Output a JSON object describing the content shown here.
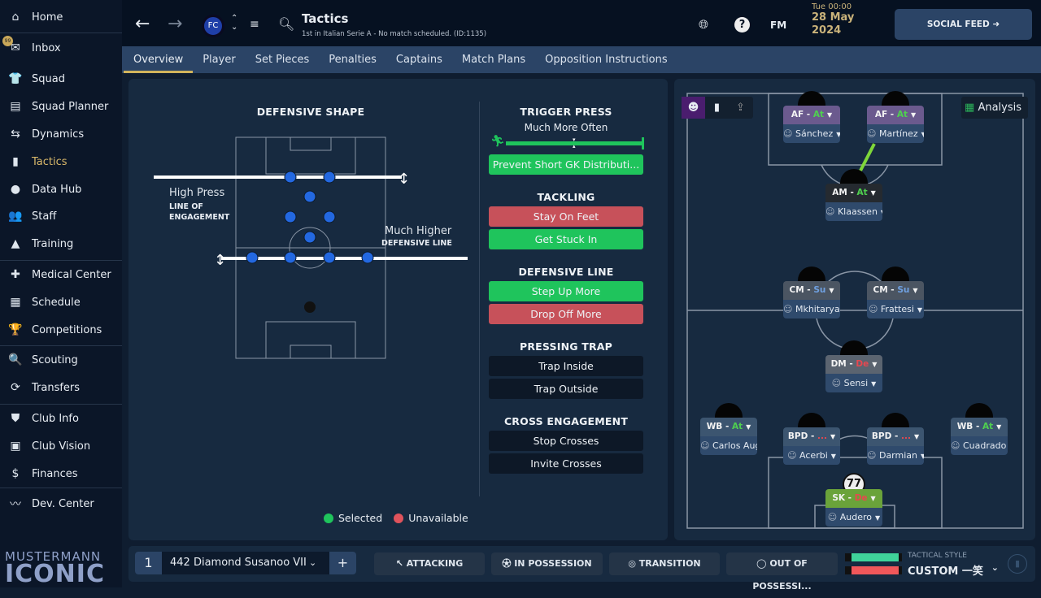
{
  "sidebar": {
    "items": [
      {
        "label": "Home",
        "icon": "home-icon",
        "glyph": "⌂"
      },
      {
        "label": "Inbox",
        "icon": "inbox-icon",
        "glyph": "✉"
      },
      {
        "label": "Squad",
        "icon": "shirt-icon",
        "glyph": "👕"
      },
      {
        "label": "Squad Planner",
        "icon": "clipboard-icon",
        "glyph": "▤"
      },
      {
        "label": "Dynamics",
        "icon": "dynamics-icon",
        "glyph": "⇆"
      },
      {
        "label": "Tactics",
        "icon": "tactics-board-icon",
        "glyph": "▮"
      },
      {
        "label": "Data Hub",
        "icon": "data-hub-icon",
        "glyph": "●"
      },
      {
        "label": "Staff",
        "icon": "staff-icon",
        "glyph": "👥"
      },
      {
        "label": "Training",
        "icon": "training-cone-icon",
        "glyph": "▲"
      },
      {
        "label": "Medical Center",
        "icon": "medical-icon",
        "glyph": "✚"
      },
      {
        "label": "Schedule",
        "icon": "calendar-icon",
        "glyph": "▦"
      },
      {
        "label": "Competitions",
        "icon": "trophy-icon",
        "glyph": "🏆"
      },
      {
        "label": "Scouting",
        "icon": "search-icon",
        "glyph": "🔍"
      },
      {
        "label": "Transfers",
        "icon": "transfers-icon",
        "glyph": "⟳"
      },
      {
        "label": "Club Info",
        "icon": "shield-icon",
        "glyph": "⛊"
      },
      {
        "label": "Club Vision",
        "icon": "briefcase-icon",
        "glyph": "▣"
      },
      {
        "label": "Finances",
        "icon": "money-icon",
        "glyph": "$"
      },
      {
        "label": "Dev. Center",
        "icon": "dev-center-icon",
        "glyph": "〰"
      }
    ],
    "inbox_badge": "99",
    "logo_text_top": "MUSTERMANN",
    "logo_text_bottom": "ICONIC"
  },
  "header": {
    "title": "Tactics",
    "subtitle": "1st in Italian Serie A - No match scheduled. (ID:1135)",
    "fm": "FM",
    "date_day": "Tue 00:00",
    "date": "28 May",
    "year": "2024",
    "social_feed": "SOCIAL FEED"
  },
  "tabs": [
    "Overview",
    "Player",
    "Set Pieces",
    "Penalties",
    "Captains",
    "Match Plans",
    "Opposition Instructions"
  ],
  "defensive_shape": {
    "title": "DEFENSIVE SHAPE",
    "engagement_value": "High Press",
    "engagement_label1": "LINE OF",
    "engagement_label2": "ENGAGEMENT",
    "line_value": "Much Higher",
    "line_label": "DEFENSIVE LINE"
  },
  "instructions": {
    "trigger_press": {
      "title": "TRIGGER PRESS",
      "value": "Much More Often",
      "level": 0.85,
      "option": "Prevent Short GK Distributi..."
    },
    "tackling": {
      "title": "TACKLING",
      "options": [
        "Stay On Feet",
        "Get Stuck In"
      ]
    },
    "defensive_line": {
      "title": "DEFENSIVE LINE",
      "options": [
        "Step Up More",
        "Drop Off More"
      ]
    },
    "pressing_trap": {
      "title": "PRESSING TRAP",
      "options": [
        "Trap Inside",
        "Trap Outside"
      ]
    },
    "cross_engagement": {
      "title": "CROSS ENGAGEMENT",
      "options": [
        "Stop Crosses",
        "Invite Crosses"
      ]
    }
  },
  "legend": {
    "selected": "Selected",
    "unavailable": "Unavailable",
    "selected_color": "#1fc45c",
    "unavailable_color": "#e0535c"
  },
  "pitch": {
    "analysis": "Analysis",
    "players": [
      {
        "pos": "AF",
        "duty": "At",
        "name": "Sánchez",
        "color": "#6b5a8e",
        "duty_color": "#4fd04f"
      },
      {
        "pos": "AF",
        "duty": "At",
        "name": "Martínez",
        "color": "#6b5a8e",
        "duty_color": "#4fd04f"
      },
      {
        "pos": "AM",
        "duty": "At",
        "name": "Klaassen",
        "color": "#252a30",
        "duty_color": "#4fd04f"
      },
      {
        "pos": "CM",
        "duty": "Su",
        "name": "Mkhitaryan",
        "color": "#4b5562",
        "duty_color": "#6fa0e0"
      },
      {
        "pos": "CM",
        "duty": "Su",
        "name": "Frattesi",
        "color": "#4b5562",
        "duty_color": "#6fa0e0"
      },
      {
        "pos": "DM",
        "duty": "De",
        "name": "Sensi",
        "color": "#5b6470",
        "duty_color": "#e8474f"
      },
      {
        "pos": "WB",
        "duty": "At",
        "name": "Carlos Augu...",
        "color": "#3c5570",
        "duty_color": "#4fd04f"
      },
      {
        "pos": "BPD",
        "duty": "...",
        "name": "Acerbi",
        "color": "#3c5570",
        "duty_color": "#e8474f"
      },
      {
        "pos": "BPD",
        "duty": "...",
        "name": "Darmian",
        "color": "#3c5570",
        "duty_color": "#e8474f"
      },
      {
        "pos": "WB",
        "duty": "At",
        "name": "Cuadrado",
        "color": "#3c5570",
        "duty_color": "#4fd04f"
      },
      {
        "pos": "SK",
        "duty": "De",
        "name": "Audero",
        "color": "#6aa33a",
        "duty_color": "#e8474f",
        "number": "77"
      }
    ]
  },
  "bottom": {
    "slot": "1",
    "tactic": "442 Diamond Susanoo VII",
    "add": "+",
    "attacking": "ATTACKING",
    "in_possession": "IN POSSESSION",
    "transition": "TRANSITION",
    "out_of_possession": "OUT OF POSSESSI...",
    "style_label": "TACTICAL STYLE",
    "style": "CUSTOM 一笑",
    "green_bar": 0.9,
    "red_bar": 0.9
  }
}
